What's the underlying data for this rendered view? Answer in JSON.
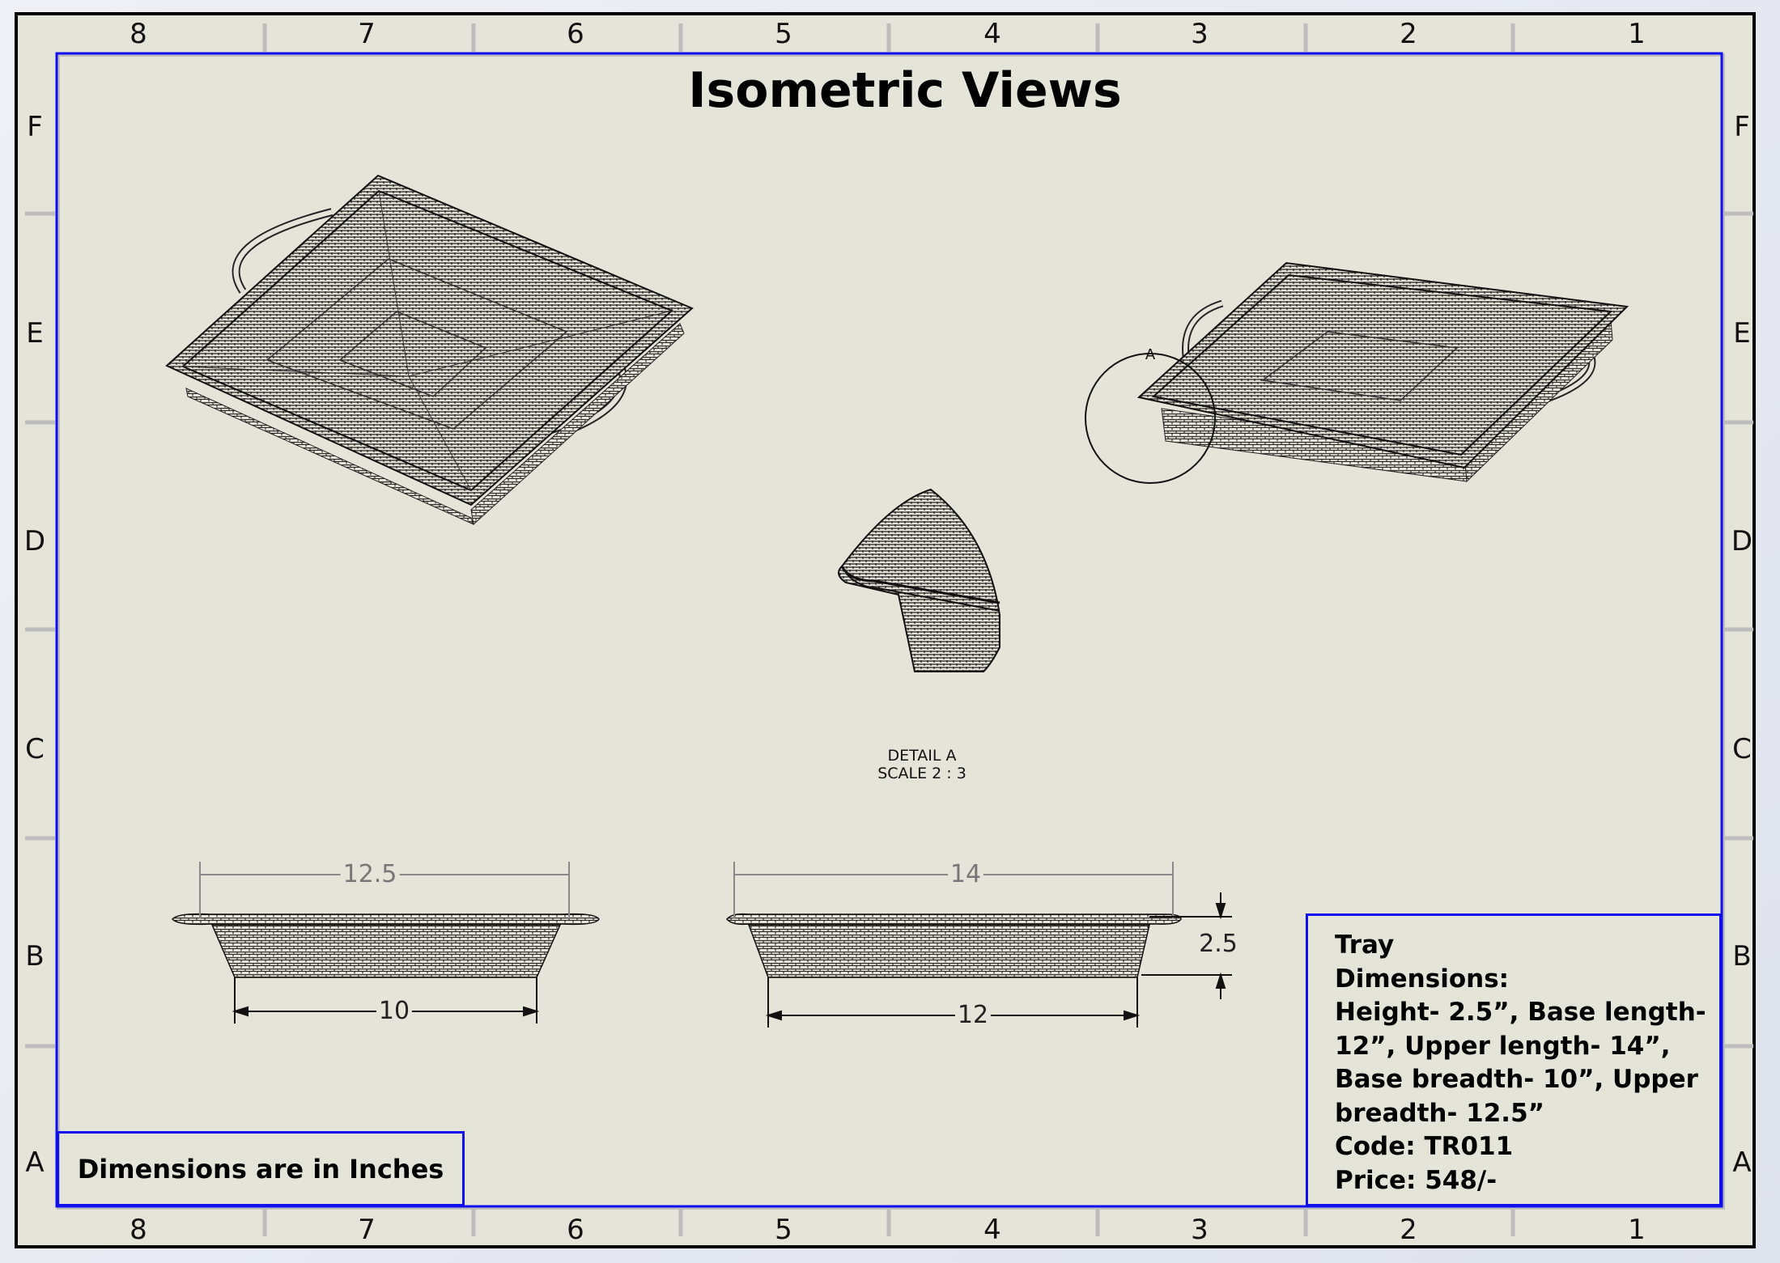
{
  "title": "Isometric Views",
  "columns": [
    "8",
    "7",
    "6",
    "5",
    "4",
    "3",
    "2",
    "1"
  ],
  "rows": [
    "F",
    "E",
    "D",
    "C",
    "B",
    "A"
  ],
  "detail": {
    "label": "DETAIL A",
    "scale": "SCALE 2 : 3",
    "marker": "A"
  },
  "dimensions": {
    "upper_breadth": "12.5",
    "base_breadth": "10",
    "upper_length": "14",
    "base_length": "12",
    "height": "2.5"
  },
  "title_block": {
    "lines": [
      "Tray",
      "Dimensions:",
      "Height- 2.5”, Base length-",
      "12”, Upper length- 14”,",
      "Base breadth- 10”, Upper",
      "breadth- 12.5”",
      "Code: TR011",
      "Price: 548/-"
    ]
  },
  "note": "Dimensions are in Inches",
  "colors": {
    "frame": "#1010ee",
    "sheet": "#e5e4d9"
  }
}
